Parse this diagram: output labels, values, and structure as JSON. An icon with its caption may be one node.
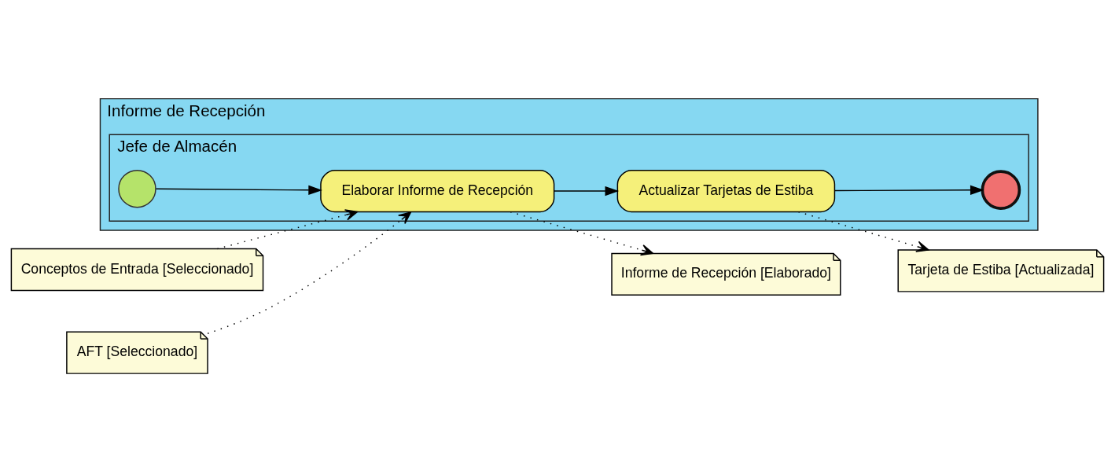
{
  "diagram": {
    "nodes": [
      {
        "text": [
          "Informe de Recepción"
        ]
      },
      {
        "text": [
          "Jefe de Almacén"
        ],
        "in": 0
      },
      {
        "text": [],
        "shape": "circle",
        "in": 1
      },
      {
        "text": [
          "Elaborar Informe de Recepción"
        ],
        "in": 1
      },
      {
        "text": [
          "Actualizar Tarjetas de Estiba"
        ],
        "in": 1
      },
      {
        "text": [],
        "shape": "circle",
        "in": 1
      },
      {
        "text": [
          "Informe de Recepción [Elaborado]"
        ]
      },
      {
        "text": [
          "Tarjeta de Estiba [Actualizada]"
        ]
      },
      {
        "text": [
          "Conceptos de Entrada [Seleccionado]"
        ]
      },
      {
        "text": [
          "AFT [Seleccionado]"
        ]
      }
    ],
    "edges": [
      {
        "from": 2,
        "to": 3,
        "arrow": "to"
      },
      {
        "from": 3,
        "to": 4,
        "arrow": "to"
      },
      {
        "from": 4,
        "to": 5,
        "arrow": "to"
      },
      {
        "from": 3,
        "to": 6,
        "arrow": "to",
        "style": "dashed"
      },
      {
        "from": 4,
        "to": 7,
        "arrow": "to",
        "style": "dashed"
      },
      {
        "from": 8,
        "to": 3,
        "arrow": "to",
        "style": "dashed"
      },
      {
        "from": 9,
        "to": 3,
        "arrow": "to",
        "style": "dashed"
      }
    ]
  }
}
